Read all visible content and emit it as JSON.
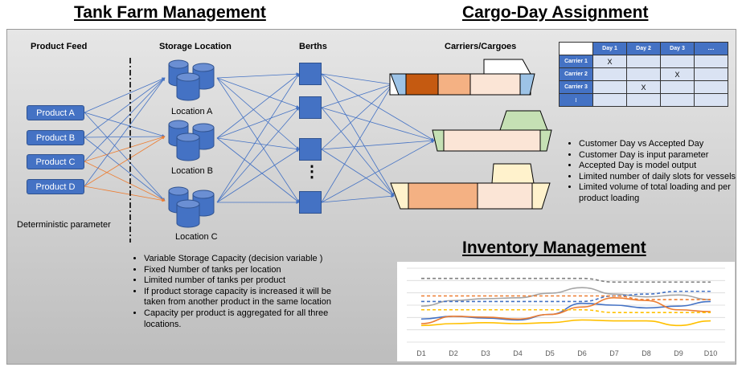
{
  "titles": {
    "tank_farm": "Tank Farm Management",
    "cargo_day": "Cargo-Day Assignment",
    "inventory": "Inventory Management"
  },
  "columns": {
    "product_feed": "Product Feed",
    "storage_location": "Storage Location",
    "berths": "Berths",
    "carriers": "Carriers/Cargoes"
  },
  "products": [
    "Product A",
    "Product B",
    "Product C",
    "Product D"
  ],
  "locations": [
    "Location A",
    "Location B",
    "Location C"
  ],
  "berth_ellipsis": "⋮",
  "deterministic": "Deterministic parameter",
  "storage_notes": [
    "Variable Storage Capacity (decision variable )",
    "Fixed Number of tanks per location",
    "Limited number of tanks per product",
    "If product storage capacity is increased it will be taken from another product in the same location",
    "Capacity per product is aggregated for all three locations."
  ],
  "assignment_table": {
    "header": [
      "",
      "Day 1",
      "Day 2",
      "Day 3",
      "...."
    ],
    "rows": [
      [
        "Carrier 1",
        "X",
        "",
        "",
        ""
      ],
      [
        "Carrier 2",
        "",
        "",
        "X",
        ""
      ],
      [
        "Carrier 3",
        "",
        "X",
        "",
        ""
      ],
      [
        "⁝",
        "",
        "",
        "",
        ""
      ]
    ]
  },
  "cargo_notes": [
    "Customer Day vs Accepted Day",
    "Customer Day is input parameter",
    "Accepted Day is model output",
    "Limited number of daily slots for vessels",
    "Limited volume of total loading and per product loading"
  ],
  "colors": {
    "node_blue": "#4472c4",
    "arrow_blue": "#4472c4",
    "arrow_orange": "#ed7d31",
    "ship1_hold": [
      "#c55a11",
      "#f4b183",
      "#fbe5d6"
    ],
    "ship_end": "#9dc3e6",
    "ship2_green": "#c5e0b4",
    "ship3_yellow": "#fff2cc"
  },
  "chart_data": {
    "type": "line",
    "x": [
      "D1",
      "D2",
      "D3",
      "D4",
      "D5",
      "D6",
      "D7",
      "D8",
      "D9",
      "D10"
    ],
    "series": [
      {
        "style": "dashed",
        "color": "#7f7f7f",
        "values": [
          89,
          89,
          89,
          89,
          89,
          89,
          85,
          85,
          85,
          85
        ]
      },
      {
        "style": "solid",
        "color": "#a5a5a5",
        "values": [
          59,
          65,
          67,
          68,
          73,
          79,
          72,
          69,
          71,
          66
        ]
      },
      {
        "style": "dashed",
        "color": "#4472c4",
        "values": [
          64,
          64,
          64,
          64,
          64,
          64,
          70,
          72,
          75,
          75
        ]
      },
      {
        "style": "dashed",
        "color": "#ed7d31",
        "values": [
          70,
          70,
          70,
          70,
          70,
          70,
          70,
          66,
          66,
          66
        ]
      },
      {
        "style": "solid",
        "color": "#4472c4",
        "values": [
          45,
          48,
          46,
          44,
          50,
          62,
          60,
          57,
          59,
          64
        ]
      },
      {
        "style": "solid",
        "color": "#ed7d31",
        "values": [
          40,
          48,
          47,
          45,
          50,
          58,
          68,
          65,
          55,
          53
        ]
      },
      {
        "style": "dashed",
        "color": "#ffc000",
        "values": [
          55,
          55,
          55,
          55,
          55,
          55,
          52,
          52,
          52,
          52
        ]
      },
      {
        "style": "solid",
        "color": "#ffc000",
        "values": [
          38,
          40,
          41,
          40,
          41,
          44,
          43,
          43,
          38,
          43
        ]
      }
    ],
    "ylim": [
      20,
      100
    ],
    "grid": true
  }
}
